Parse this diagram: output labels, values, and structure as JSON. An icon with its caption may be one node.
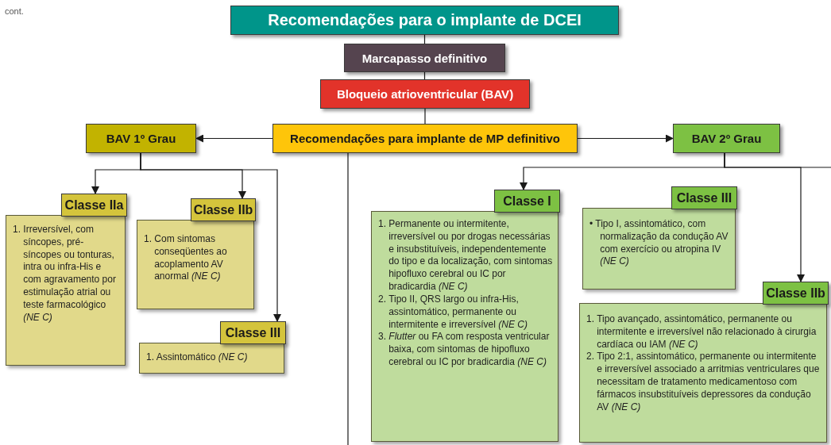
{
  "diagram": {
    "nodes": [
      {
        "text": [
          "Recomendações para o implante de DCEI"
        ]
      },
      {
        "text": [
          "Marcapasso definitivo"
        ]
      },
      {
        "text": [
          "Bloqueio atrioventricular (BAV)"
        ]
      },
      {
        "text": [
          "BAV 1º Grau"
        ]
      },
      {
        "text": [
          "Recomendações para implante de MP definitivo"
        ]
      },
      {
        "text": [
          "BAV 2º Grau"
        ]
      },
      {
        "text": [
          "Classe IIa",
          "1. Irreversível, com síncopes, pré-síncopes ou tonturas, intra ou infra-His e com agravamento por estimulação atrial ou teste farmacológico *(NE C)*"
        ]
      },
      {
        "text": [
          "Classe IIb",
          "1. Com sintomas conseqüentes ao acoplamento AV anormal *(NE C)*"
        ]
      },
      {
        "text": [
          "Classe III",
          "1. Assintomático *(NE C)*"
        ]
      },
      {
        "text": [
          "Classe I",
          "1. Permanente ou intermitente, irreversível ou por drogas necessárias e insubstituíveis, independentemente do tipo e da localização, com sintomas hipofluxo cerebral ou IC por bradicardia *(NE C)*",
          "2. Tipo II, QRS largo ou infra-His, assintomático, permanente ou intermitente e irreversível *(NE C)*",
          "3. *Flutter* ou FA com resposta ventricular baixa, com sintomas de hipofluxo cerebral ou IC por bradicardia *(NE C)*"
        ]
      },
      {
        "text": [
          "Classe III",
          "• Tipo I, assintomático, com normalização da condução AV com exercício ou atropina IV *(NE C)*"
        ]
      },
      {
        "text": [
          "Classe IIb",
          "1. Tipo avançado, assintomático, permanente ou intermitente e irreversível não relacionado à cirurgia cardíaca ou IAM *(NE C)*",
          "2. Tipo 2:1, assintomático, permanente ou intermitente e irreversível associado a arritmias ventriculares que necessitam de tratamento medicamentoso com fármacos insubstituíveis depressores da condução AV *(NE C)*"
        ]
      }
    ],
    "edges": [
      {
        "from": 0,
        "to": 1,
        "arrow": "none"
      },
      {
        "from": 1,
        "to": 2,
        "arrow": "none"
      },
      {
        "from": 2,
        "to": 4,
        "arrow": "none"
      },
      {
        "from": 4,
        "to": 3,
        "arrow": "to"
      },
      {
        "from": 4,
        "to": 5,
        "arrow": "to"
      },
      {
        "from": 3,
        "to": 6,
        "arrow": "to"
      },
      {
        "from": 3,
        "to": 7,
        "arrow": "to"
      },
      {
        "from": 3,
        "to": 8,
        "arrow": "to"
      },
      {
        "from": 5,
        "to": 9,
        "arrow": "to"
      },
      {
        "from": 5,
        "to": 11,
        "arrow": "to"
      },
      {
        "from": 5,
        "to": null,
        "arrow": "none"
      },
      {
        "from": 4,
        "to": null,
        "arrow": "none"
      }
    ],
    "labels": [
      "cont."
    ]
  }
}
